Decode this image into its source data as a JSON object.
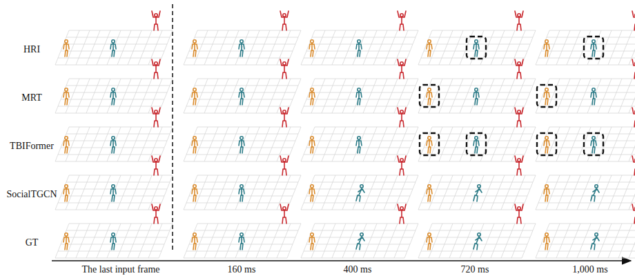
{
  "diagram": {
    "labels": [
      "HRI",
      "MRT",
      "TBIFormer",
      "SocialTGCN",
      "GT",
      "The last input frame",
      "160 ms",
      "400 ms",
      "720 ms",
      "1,000 ms"
    ]
  }
}
